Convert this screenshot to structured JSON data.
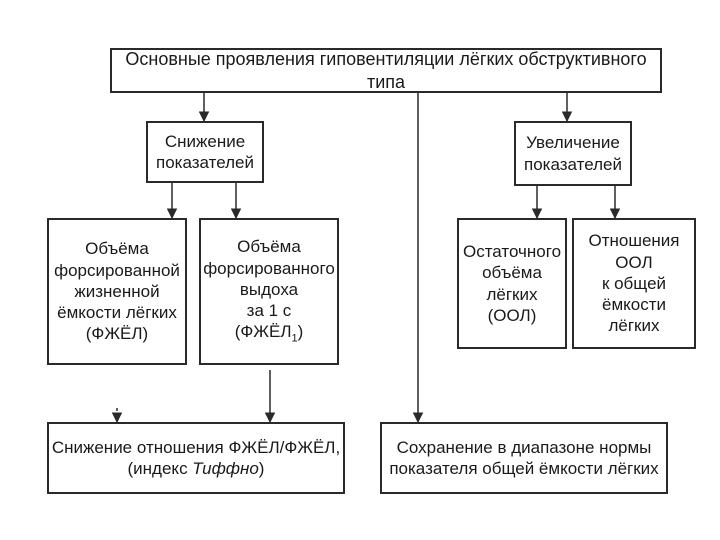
{
  "title": "Основные проявления гиповентиляции лёгких обструктивного типа",
  "decrease": {
    "label": "Снижение\nпоказателей",
    "items": [
      "Объёма\nфорсированной\nжизненной\nёмкости лёгких\n(ФЖЁЛ)",
      {
        "text": "Объёма\nфорсированного\nвыдоха\nза 1 с\n(ФЖЁЛ",
        "sub": "1",
        "tail": ")"
      }
    ]
  },
  "increase": {
    "label": "Увеличение\nпоказателей",
    "items": [
      "Остаточного\nобъёма\nлёгких\n(ООЛ)",
      "Отношения\nООЛ\nк общей ёмкости\nлёгких"
    ]
  },
  "result_left": {
    "line1": "Снижение отношения ФЖЁЛ/ФЖЁЛ,",
    "prefix": "(индекс ",
    "italic": "Тиффно",
    "suffix": ")"
  },
  "result_right": "Сохранение в диапазоне нормы\nпоказателя общей ёмкости лёгких",
  "colors": {
    "line": "#2a2a2a",
    "text": "#1a1a1a"
  }
}
